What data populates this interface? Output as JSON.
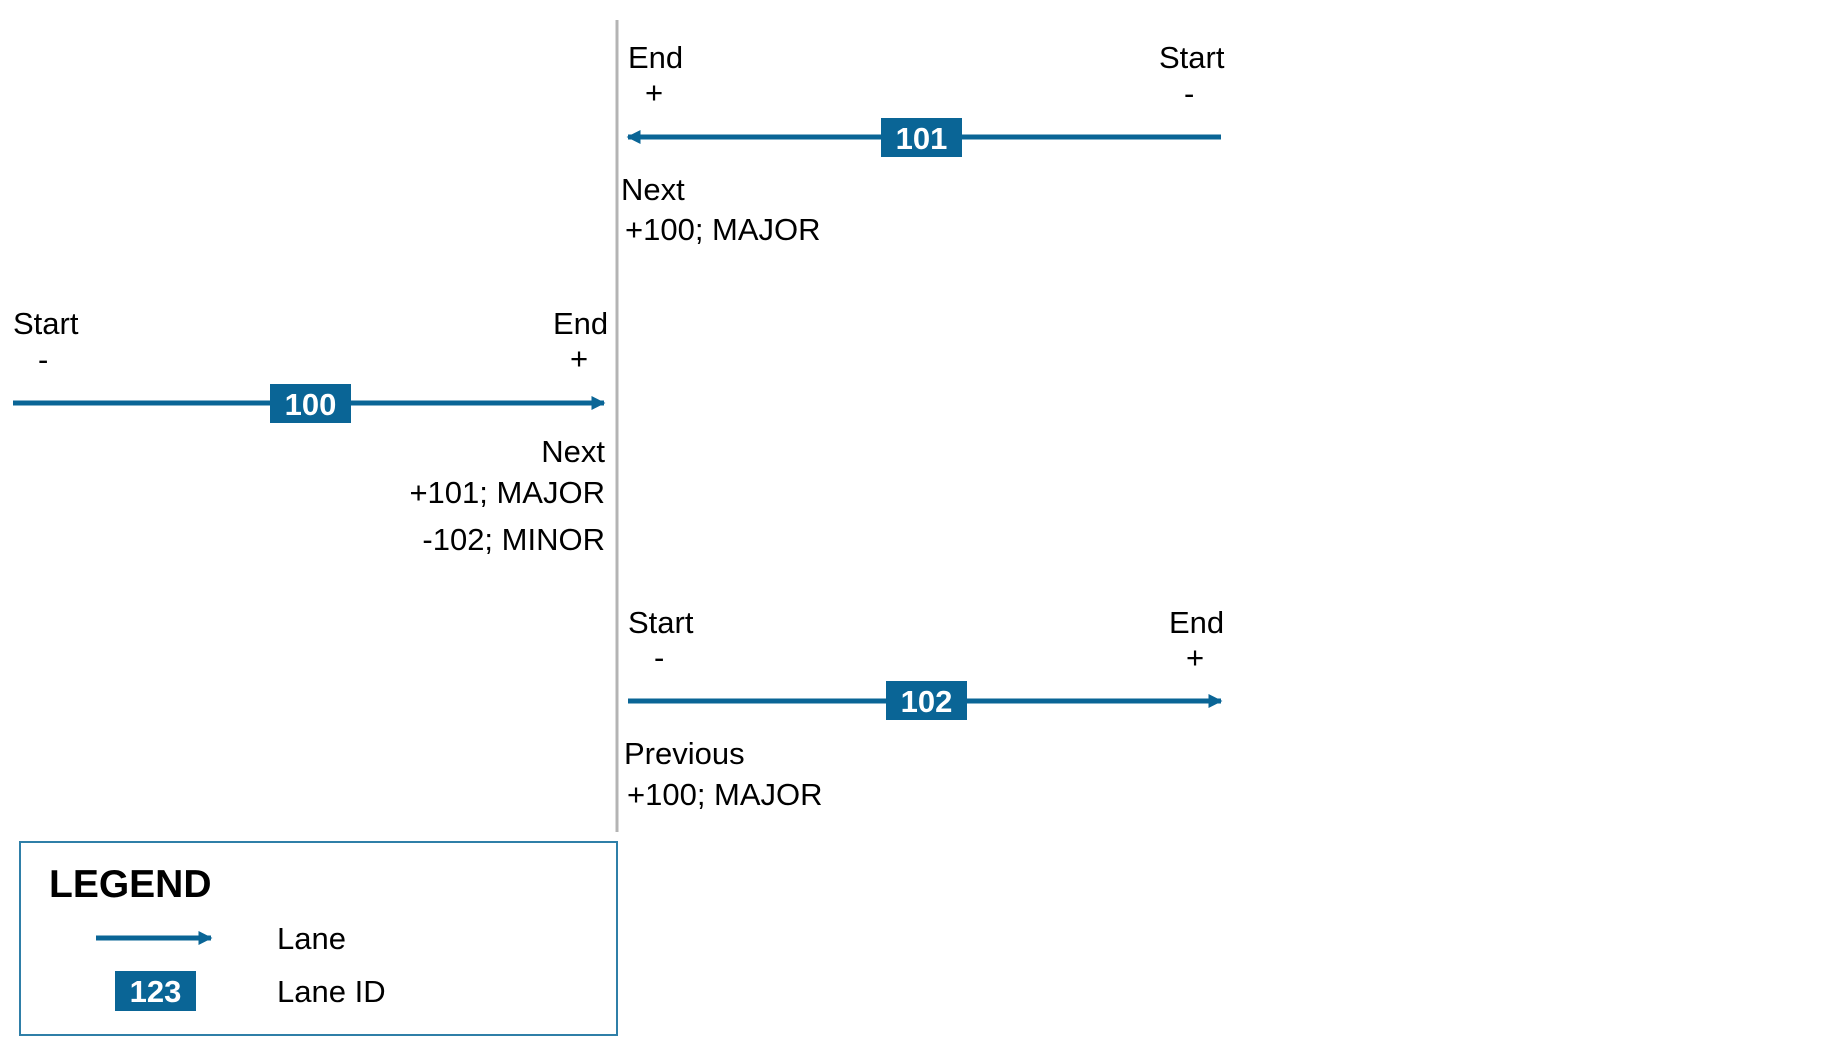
{
  "colors": {
    "lane": "#0a6596",
    "divider": "#b4b4b4",
    "legend_border": "#2f7fa8",
    "id_text": "#ffffff"
  },
  "lanes": [
    {
      "id": "100",
      "direction": "right",
      "start_label": "Start",
      "start_sign": "-",
      "end_label": "End",
      "end_sign": "+",
      "relation_title": "Next",
      "relations": [
        "+101; MAJOR",
        "-102; MINOR"
      ]
    },
    {
      "id": "101",
      "direction": "left",
      "start_label": "Start",
      "start_sign": "-",
      "end_label": "End",
      "end_sign": "+",
      "relation_title": "Next",
      "relations": [
        "+100; MAJOR"
      ]
    },
    {
      "id": "102",
      "direction": "right",
      "start_label": "Start",
      "start_sign": "-",
      "end_label": "End",
      "end_sign": "+",
      "relation_title": "Previous",
      "relations": [
        "+100; MAJOR"
      ]
    }
  ],
  "legend": {
    "title": "LEGEND",
    "items": [
      {
        "icon": "arrow-icon",
        "label": "Lane"
      },
      {
        "icon": "lane-id-badge",
        "sample": "123",
        "label": "Lane ID"
      }
    ]
  }
}
